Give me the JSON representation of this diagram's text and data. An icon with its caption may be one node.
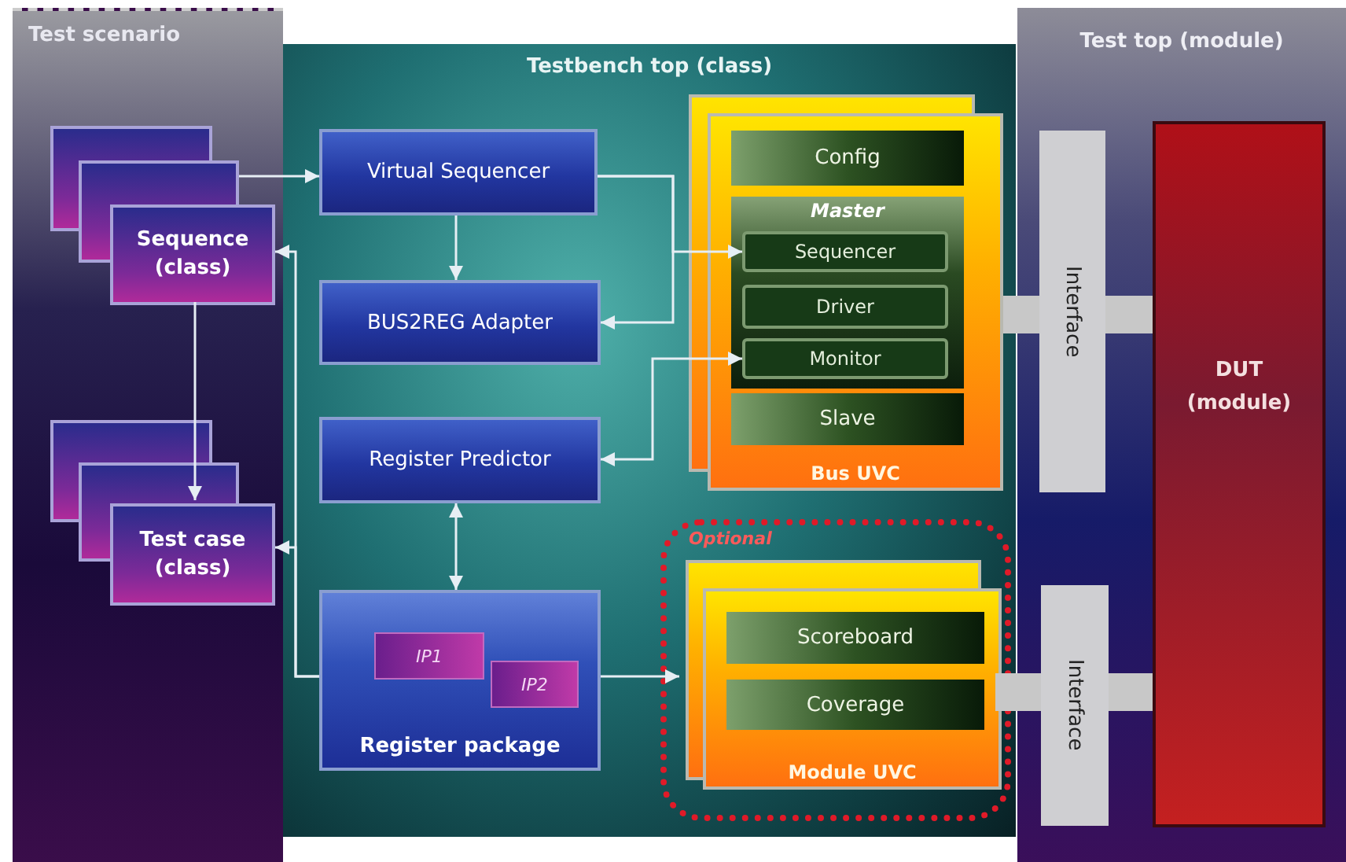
{
  "diagram": {
    "nodes": [
      {
        "text": [
          "Test scenario"
        ]
      },
      {
        "text": [
          "Sequence (class)"
        ],
        "in": 0
      },
      {
        "text": [
          "Test case (class)"
        ],
        "in": 0
      },
      {
        "text": [
          "Testbench top (class)"
        ]
      },
      {
        "text": [
          "Virtual Sequencer"
        ],
        "in": 3
      },
      {
        "text": [
          "BUS2REG Adapter"
        ],
        "in": 3
      },
      {
        "text": [
          "Register Predictor"
        ],
        "in": 3
      },
      {
        "text": [
          "Register package"
        ],
        "in": 3
      },
      {
        "text": [
          "IP1"
        ],
        "in": 7
      },
      {
        "text": [
          "IP2"
        ],
        "in": 7
      },
      {
        "text": [
          "Bus UVC"
        ],
        "in": 3
      },
      {
        "text": [
          "Config"
        ],
        "in": 10
      },
      {
        "text": [
          "Master"
        ],
        "in": 10
      },
      {
        "text": [
          "Sequencer"
        ],
        "in": 12
      },
      {
        "text": [
          "Driver"
        ],
        "in": 12
      },
      {
        "text": [
          "Monitor"
        ],
        "in": 12
      },
      {
        "text": [
          "Slave"
        ],
        "in": 10
      },
      {
        "text": [
          "Optional"
        ],
        "in": 3
      },
      {
        "text": [
          "Module UVC"
        ],
        "in": 17
      },
      {
        "text": [
          "Scoreboard"
        ],
        "in": 18
      },
      {
        "text": [
          "Coverage"
        ],
        "in": 18
      },
      {
        "text": [
          "Test top (module)"
        ]
      },
      {
        "text": [
          "Interface"
        ],
        "in": 21
      },
      {
        "text": [
          "Interface"
        ],
        "in": 21
      },
      {
        "text": [
          "DUT (module)"
        ],
        "in": 21
      }
    ],
    "edges": [
      {
        "from": 1,
        "to": 4,
        "arrow": "to"
      },
      {
        "from": 4,
        "to": 5,
        "arrow": "to"
      },
      {
        "from": 4,
        "to": 5,
        "arrow": "to"
      },
      {
        "from": 4,
        "to": 13,
        "arrow": "to"
      },
      {
        "from": 1,
        "to": 2,
        "arrow": "to"
      },
      {
        "from": 7,
        "to": 1,
        "arrow": "to"
      },
      {
        "from": 7,
        "to": 2,
        "arrow": "to"
      },
      {
        "from": 15,
        "to": 6,
        "arrow": "both"
      },
      {
        "from": 6,
        "to": 7,
        "arrow": "both"
      },
      {
        "from": 7,
        "to": 18,
        "arrow": "to"
      },
      {
        "from": 22,
        "to": 10,
        "arrow": "to",
        "style": "thick",
        "color": "#c8c8c8"
      },
      {
        "from": 22,
        "to": 24,
        "arrow": "to",
        "style": "thick",
        "color": "#c8c8c8"
      },
      {
        "from": 23,
        "to": 18,
        "arrow": "to",
        "style": "thick",
        "color": "#c8c8c8"
      },
      {
        "from": 23,
        "to": 24,
        "arrow": "to",
        "style": "thick",
        "color": "#c8c8c8"
      }
    ]
  }
}
